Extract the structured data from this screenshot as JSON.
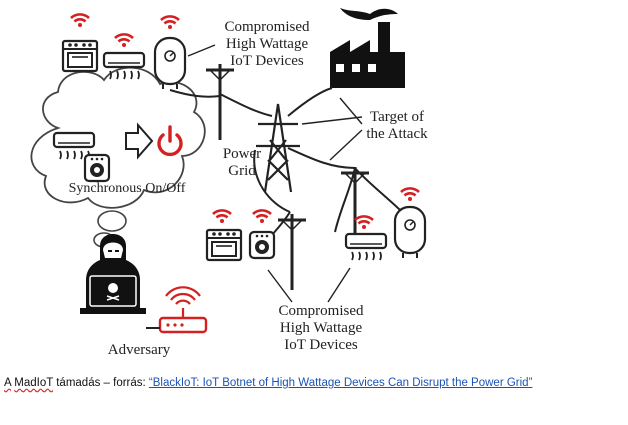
{
  "labels": {
    "compromised_top": [
      "Compromised",
      "High Wattage",
      "IoT Devices"
    ],
    "target": [
      "Target of",
      "the Attack"
    ],
    "power_grid": [
      "Power",
      "Grid"
    ],
    "synchronous": "Synchronous On/Off",
    "compromised_bottom": [
      "Compromised",
      "High Wattage",
      "IoT Devices"
    ],
    "adversary": "Adversary"
  },
  "caption": {
    "prefix_word_a": "A",
    "prefix_word_madiot": "MadIoT",
    "prefix_rest": " támadás – forrás: ",
    "link_text": "“BlackIoT: IoT Botnet of High Wattage Devices Can Disrupt the Power Grid”"
  },
  "colors": {
    "wifi": "#d42020",
    "ink": "#222222",
    "link": "#1a53b8"
  },
  "icons": [
    "oven-icon",
    "air-conditioner-icon",
    "water-heater-icon",
    "factory-icon",
    "power-tower-icon",
    "power-button-icon",
    "hacker-icon",
    "router-icon",
    "wifi-icon"
  ]
}
